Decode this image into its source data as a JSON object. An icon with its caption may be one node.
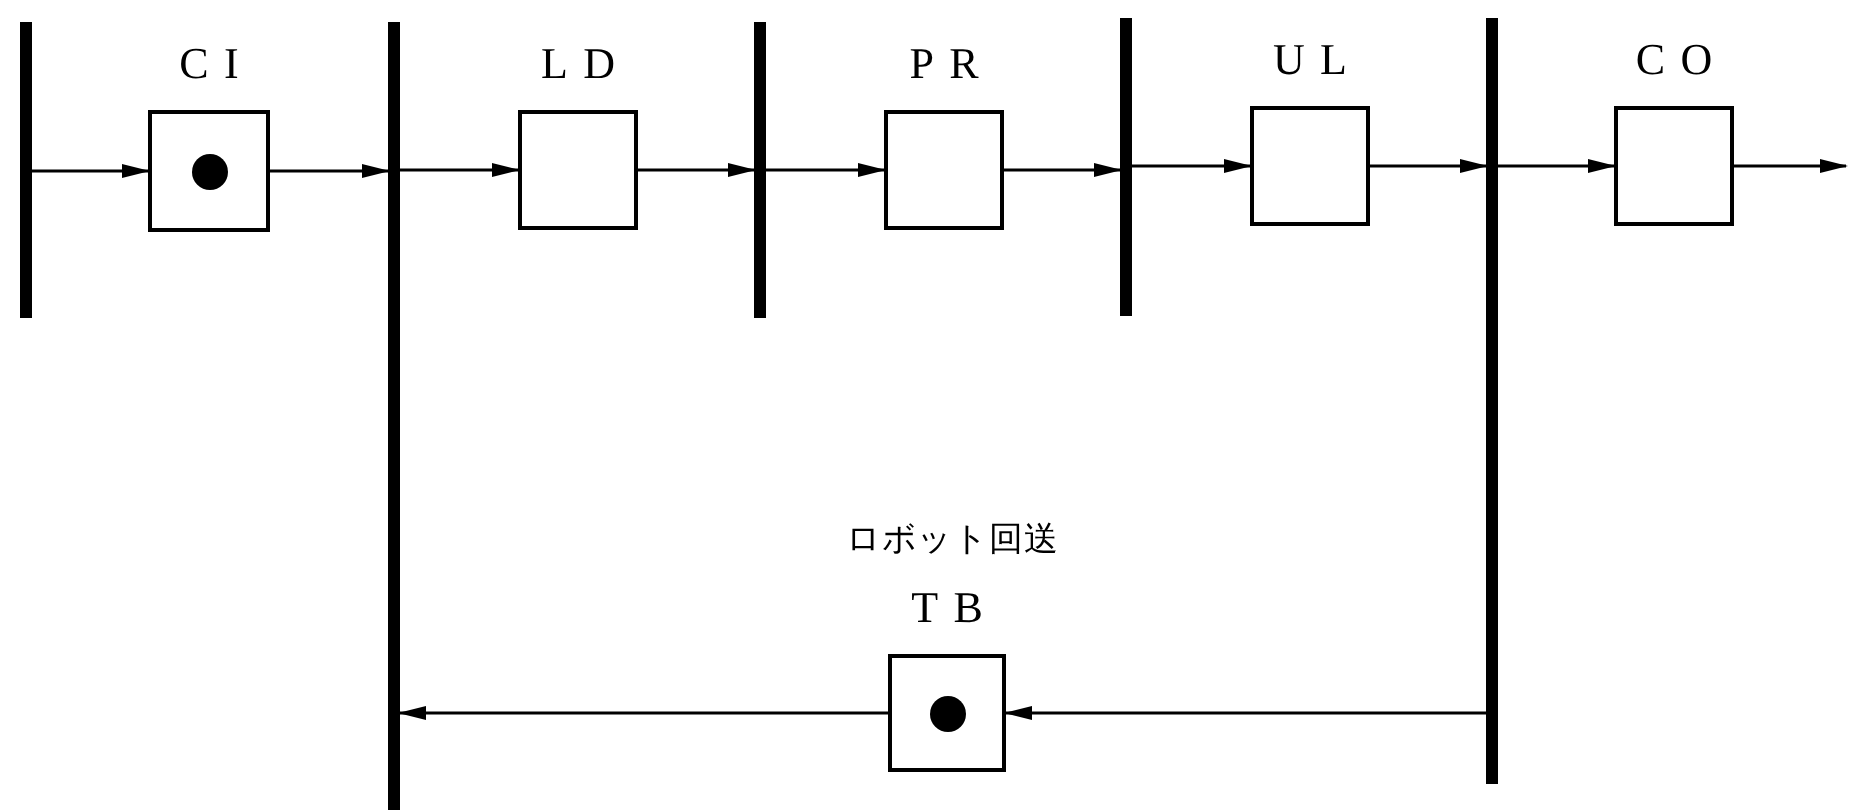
{
  "diagram": {
    "nodes": [
      {
        "text": [],
        "shape": "bar"
      },
      {
        "text": [
          "CI"
        ]
      },
      {
        "text": [],
        "shape": "bar"
      },
      {
        "text": [
          "LD"
        ]
      },
      {
        "text": [],
        "shape": "bar"
      },
      {
        "text": [
          "PR"
        ]
      },
      {
        "text": [],
        "shape": "bar"
      },
      {
        "text": [
          "UL"
        ]
      },
      {
        "text": [],
        "shape": "bar"
      },
      {
        "text": [
          "CO"
        ]
      },
      {
        "text": [
          "ロボット回送",
          "TB"
        ]
      },
      {
        "text": [],
        "shape": "circle",
        "in": 1
      },
      {
        "text": [],
        "shape": "circle",
        "in": 10
      }
    ],
    "edges": [
      {
        "from": 0,
        "to": 1,
        "arrow": "to"
      },
      {
        "from": 1,
        "to": 2,
        "arrow": "to"
      },
      {
        "from": 2,
        "to": 3,
        "arrow": "to"
      },
      {
        "from": 3,
        "to": 4,
        "arrow": "to"
      },
      {
        "from": 4,
        "to": 5,
        "arrow": "to"
      },
      {
        "from": 5,
        "to": 6,
        "arrow": "to"
      },
      {
        "from": 6,
        "to": 7,
        "arrow": "to"
      },
      {
        "from": 7,
        "to": 8,
        "arrow": "to"
      },
      {
        "from": 8,
        "to": 9,
        "arrow": "to"
      },
      {
        "from": 9,
        "to": null,
        "arrow": "to"
      },
      {
        "from": 8,
        "to": 10,
        "arrow": "to"
      },
      {
        "from": 10,
        "to": 2,
        "arrow": "to"
      }
    ]
  }
}
